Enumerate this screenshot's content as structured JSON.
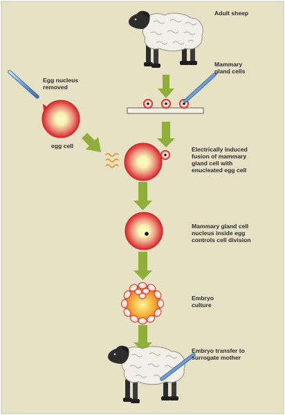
{
  "diagram": {
    "labels": {
      "adult_sheep": "Adult sheep",
      "mammary_gland_cells": "Mammary\ngland cells",
      "egg_nucleus_removed": "Egg nucleus\nremoved",
      "egg_cell": "egg cell",
      "fusion": "Electrically induced\nfusion of mammary\ngland cell with\nenucleated egg cell",
      "nucleus_controls_division": "Mammary gland cell\nnucleus inside egg\ncontrols cell division",
      "embryo_culture": "Embryo\nculture",
      "embryo_transfer": "Embryo transfer to\nsurrogate mother"
    },
    "colors": {
      "background": "#e7e2c5",
      "arrow": "#8fae3a",
      "cell_rim": "#d42a2a",
      "cell_core": "#fbfbc4",
      "pipette": "#5b8fc6",
      "zigzag": "#f08a1c"
    }
  }
}
